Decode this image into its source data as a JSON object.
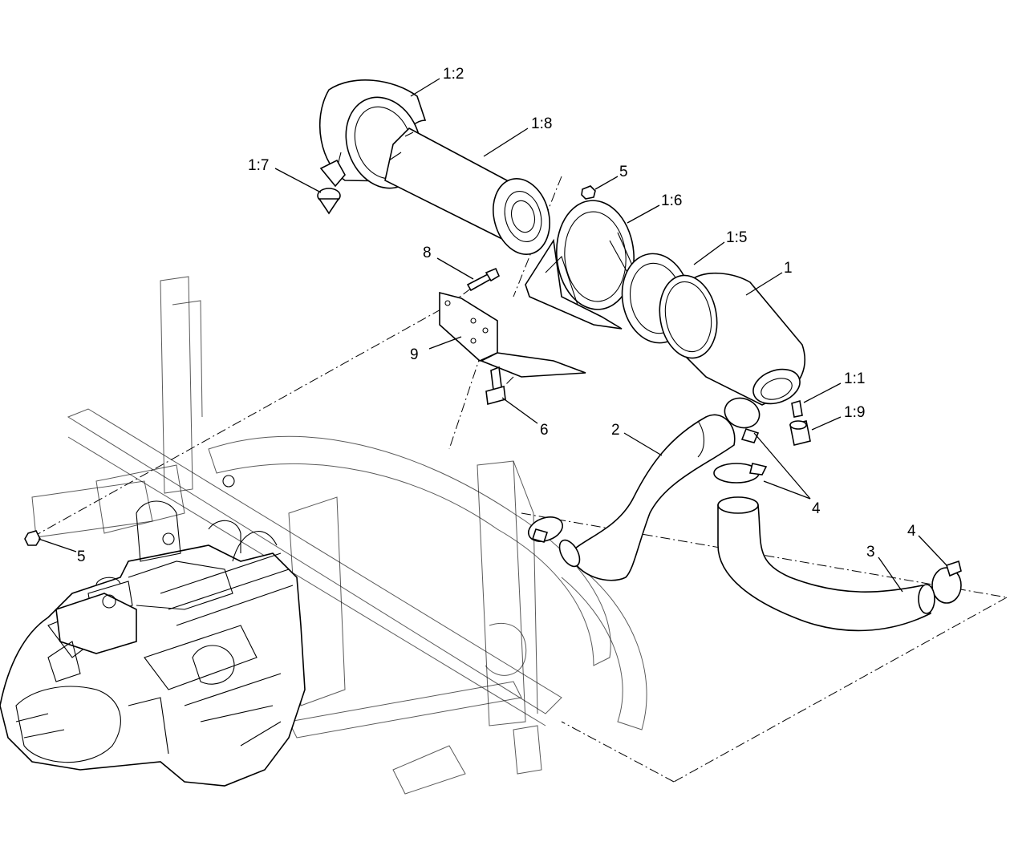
{
  "callouts": [
    {
      "id": "c-1-2",
      "text": "1:2"
    },
    {
      "id": "c-1-8",
      "text": "1:8"
    },
    {
      "id": "c-1-7",
      "text": "1:7"
    },
    {
      "id": "c-5-top",
      "text": "5"
    },
    {
      "id": "c-1-6",
      "text": "1:6"
    },
    {
      "id": "c-1-5",
      "text": "1:5"
    },
    {
      "id": "c-8",
      "text": "8"
    },
    {
      "id": "c-1",
      "text": "1"
    },
    {
      "id": "c-9",
      "text": "9"
    },
    {
      "id": "c-1-1",
      "text": "1:1"
    },
    {
      "id": "c-1-9",
      "text": "1:9"
    },
    {
      "id": "c-6",
      "text": "6"
    },
    {
      "id": "c-2",
      "text": "2"
    },
    {
      "id": "c-4-mid",
      "text": "4"
    },
    {
      "id": "c-4-right",
      "text": "4"
    },
    {
      "id": "c-3",
      "text": "3"
    },
    {
      "id": "c-5-left",
      "text": "5"
    }
  ]
}
